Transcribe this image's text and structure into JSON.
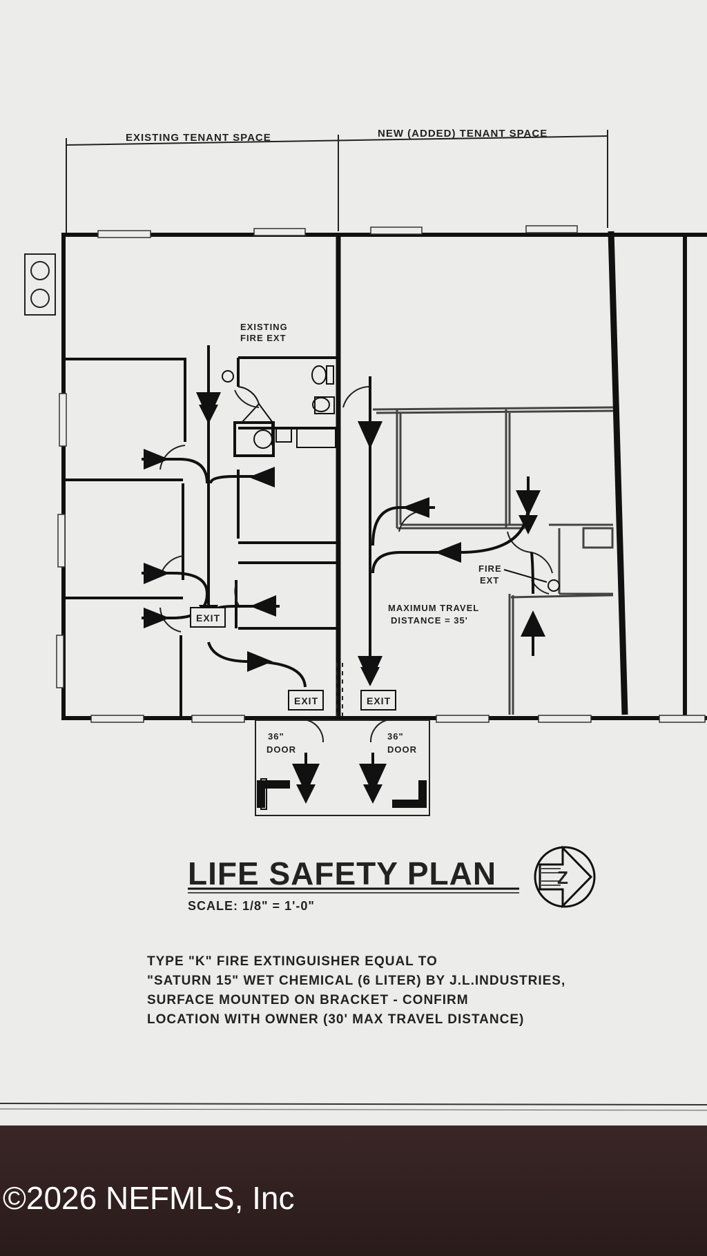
{
  "header": {
    "existing_space": "EXISTING TENANT SPACE",
    "new_space": "NEW (ADDED) TENANT SPACE"
  },
  "plan": {
    "existing_fire_ext": [
      "EXISTING",
      "FIRE EXT"
    ],
    "fire_ext": [
      "FIRE",
      "EXT"
    ],
    "exit_label": "EXIT",
    "max_travel": [
      "MAXIMUM TRAVEL",
      "DISTANCE = 35'"
    ],
    "door_size": "36\"",
    "door_word": "DOOR"
  },
  "title": {
    "main": "LIFE SAFETY PLAN",
    "scale": "SCALE:  1/8\" = 1'-0\"",
    "north_letter": "Z"
  },
  "notes": [
    "TYPE \"K\" FIRE EXTINGUISHER EQUAL TO",
    "\"SATURN 15\" WET CHEMICAL (6 LITER) BY J.L.INDUSTRIES,",
    "SURFACE MOUNTED ON BRACKET - CONFIRM",
    "LOCATION WITH OWNER (30' MAX TRAVEL DISTANCE)"
  ],
  "footer": {
    "copyright": "©2026 NEFMLS, Inc"
  },
  "colors": {
    "paper": "#ececea",
    "ink": "#1a1a1a",
    "footer": "#2a1b1b"
  }
}
